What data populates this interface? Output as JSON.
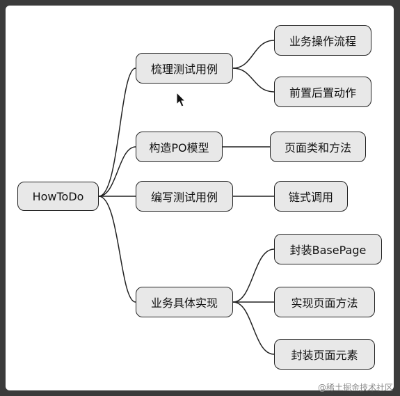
{
  "mindmap": {
    "root": "HowToDo",
    "branches": [
      {
        "label": "梳理测试用例",
        "children": [
          "业务操作流程",
          "前置后置动作"
        ]
      },
      {
        "label": "构造PO模型",
        "children": [
          "页面类和方法"
        ]
      },
      {
        "label": "编写测试用例",
        "children": [
          "链式调用"
        ]
      },
      {
        "label": "业务具体实现",
        "children": [
          "封装BasePage",
          "实现页面方法",
          "封装页面元素"
        ]
      }
    ]
  },
  "watermark": "@稀土掘金技术社区",
  "icons": {
    "cursor": "mouse-pointer-icon"
  }
}
